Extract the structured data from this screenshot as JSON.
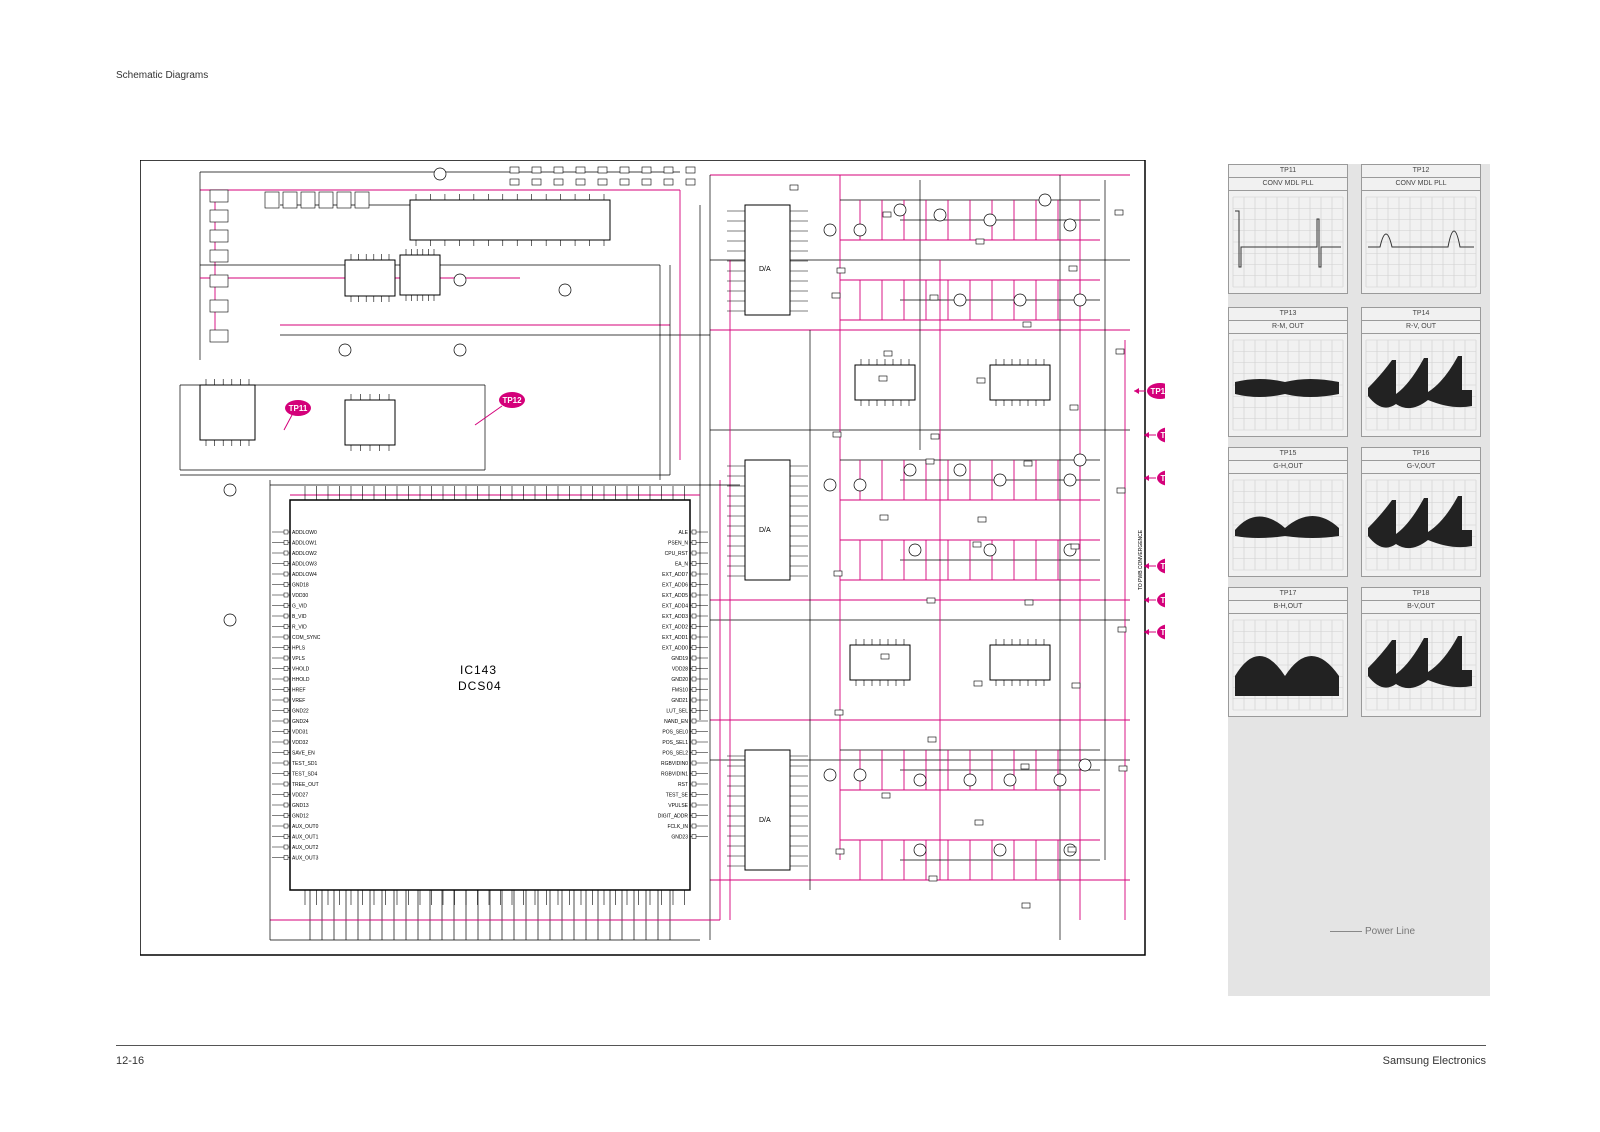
{
  "header": {
    "section_title": "Schematic Diagrams"
  },
  "footer": {
    "page_number": "12-16",
    "company": "Samsung Electronics"
  },
  "schematic": {
    "ic_main": {
      "ref": "IC143",
      "part": "DCS04"
    },
    "test_points": [
      "TP11",
      "TP12",
      "TP13",
      "TP14",
      "TP15",
      "TP16",
      "TP17",
      "TP18"
    ],
    "left_pins": [
      "ADDLOW0",
      "ADDLOW1",
      "ADDLOW2",
      "ADDLOW3",
      "ADDLOW4",
      "GND18",
      "VDD30",
      "G_VID",
      "B_VID",
      "R_VID",
      "COM_SYNC",
      "HPLS",
      "VPLS",
      "VHOLD",
      "HHOLD",
      "HREF",
      "VREF",
      "GND22",
      "GND24",
      "VDD31",
      "VDD32",
      "SAVE_EN",
      "TEST_SD1",
      "TEST_SD4",
      "TREE_OUT",
      "VDD27",
      "GND13",
      "GND12",
      "AUX_OUT0",
      "AUX_OUT1",
      "AUX_OUT2",
      "AUX_OUT3"
    ],
    "right_pins": [
      "ALE",
      "PSEN_N",
      "CPU_RST",
      "EA_N",
      "EXT_ADD7",
      "EXT_ADD6",
      "EXT_ADD5",
      "EXT_ADD4",
      "EXT_ADD3",
      "EXT_ADD2",
      "EXT_ADD1",
      "EXT_ADD0",
      "GND19",
      "VDD28",
      "GND20",
      "FMS10",
      "GND21",
      "LUT_SEL",
      "NAND_EN",
      "POS_SEL0",
      "POS_SEL1",
      "POS_SEL2",
      "RGBVIDIN0",
      "RGBVIDIN1",
      "RST",
      "TEST_SE",
      "VPULSE",
      "DIGIT_ADDR",
      "FCLK_IN",
      "GND23"
    ],
    "dac_label": "D/A",
    "connector_label": "TO PWB CONVERGENCE"
  },
  "scope": {
    "legend_label": "Power Line",
    "panels": [
      {
        "tp": "TP11",
        "caption": "CONV  MDL  PLL",
        "wave": "pulse_neg"
      },
      {
        "tp": "TP12",
        "caption": "CONV  MDL  PLL",
        "wave": "pulse_pos"
      },
      {
        "tp": "TP13",
        "caption": "R-M, OUT",
        "wave": "band_flat"
      },
      {
        "tp": "TP14",
        "caption": "R-V, OUT",
        "wave": "band_saw"
      },
      {
        "tp": "TP15",
        "caption": "G-H,OUT",
        "wave": "band_arch"
      },
      {
        "tp": "TP16",
        "caption": "G-V,OUT",
        "wave": "band_saw"
      },
      {
        "tp": "TP17",
        "caption": "B-H,OUT",
        "wave": "band_arch_big"
      },
      {
        "tp": "TP18",
        "caption": "B-V,OUT",
        "wave": "band_saw"
      }
    ]
  }
}
